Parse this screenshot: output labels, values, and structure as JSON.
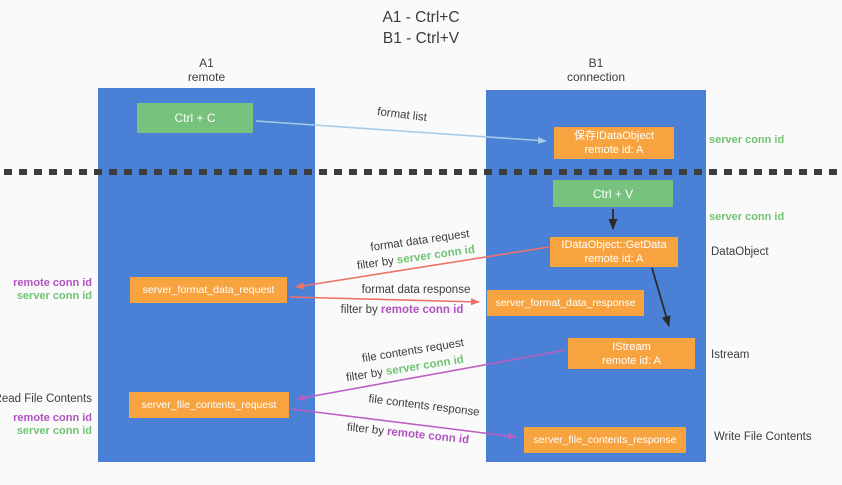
{
  "title": {
    "line1": "A1 - Ctrl+C",
    "line2": "B1 - Ctrl+V"
  },
  "columns": {
    "left": {
      "name": "A1",
      "role": "remote"
    },
    "right": {
      "name": "B1",
      "role": "connection"
    }
  },
  "boxes": {
    "ctrl_c": "Ctrl + C",
    "save_idataobject": {
      "line1": "保存IDataObject",
      "line2": "remote id: A"
    },
    "ctrl_v": "Ctrl + V",
    "getdata": {
      "line1": "IDataObject::GetData",
      "line2": "remote id: A"
    },
    "format_request": "server_format_data_request",
    "format_response": "server_format_data_response",
    "istream": {
      "line1": "IStream",
      "line2": "remote id: A"
    },
    "file_request": "server_file_contents_request",
    "file_response": "server_file_contents_response"
  },
  "arrow_labels": {
    "format_list": "format list",
    "format_data_request": "format data request",
    "filter_by_1": "filter by ",
    "filter_server_1": "server conn id",
    "format_data_response": "format data response",
    "filter_by_2": "filter by ",
    "filter_remote_1": "remote conn id",
    "file_contents_request": "file contents request",
    "filter_by_3": "filter by ",
    "filter_server_2": "server conn id",
    "file_contents_response": "file contents response",
    "filter_by_4": "filter by ",
    "filter_remote_2": "remote conn id"
  },
  "side_labels": {
    "left_remote_conn_1": "remote conn id",
    "left_server_conn_1": "server conn id",
    "read_file_contents": "Read File Contents",
    "left_remote_conn_2": "remote conn id",
    "left_server_conn_2": "server conn id",
    "right_server_conn_1": "server conn id",
    "right_server_conn_2": "server conn id",
    "dataobject": "DataObject",
    "istream": "Istream",
    "write_file_contents": "Write File Contents"
  },
  "colors": {
    "lane_blue": "#4a81d6",
    "box_orange": "#f7a440",
    "box_green": "#77c27c",
    "text_green": "#71c374",
    "text_purple": "#b052c0",
    "arrow_red": "#ee7268",
    "arrow_purple": "#bb5fc2",
    "arrow_blue": "#a6cbe8",
    "arrow_black": "#2b2b2b",
    "text_dark": "#3c3c3c"
  }
}
